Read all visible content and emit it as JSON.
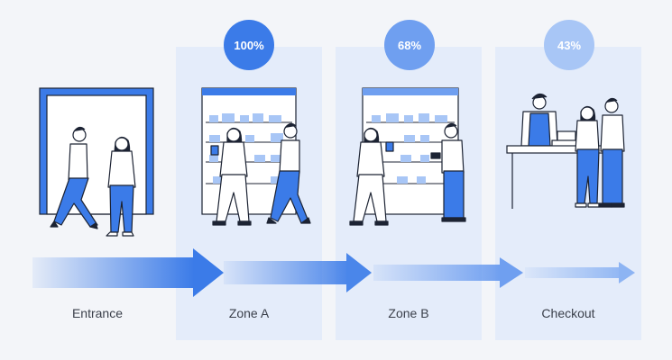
{
  "stages": [
    {
      "label": "Entrance"
    },
    {
      "label": "Zone A",
      "percent_text": "100%",
      "retention": 1.0
    },
    {
      "label": "Zone B",
      "percent_text": "68%",
      "retention": 0.68
    },
    {
      "label": "Checkout",
      "percent_text": "43%",
      "retention": 0.43
    }
  ],
  "colors": {
    "background": "#f3f5f9",
    "panel": "#e4ecfa",
    "primary": "#3b7be8",
    "badge_zone_a": "#3b7be8",
    "badge_zone_b": "#6f9ff0",
    "badge_checkout": "#a8c6f6",
    "outline": "#1c2333"
  },
  "icons": {
    "entrance": "doorway-with-two-shoppers-icon",
    "zone_a": "shelf-with-two-shoppers-icon",
    "zone_b": "shelf-with-two-shoppers-icon",
    "checkout": "cashier-counter-with-customers-icon"
  }
}
